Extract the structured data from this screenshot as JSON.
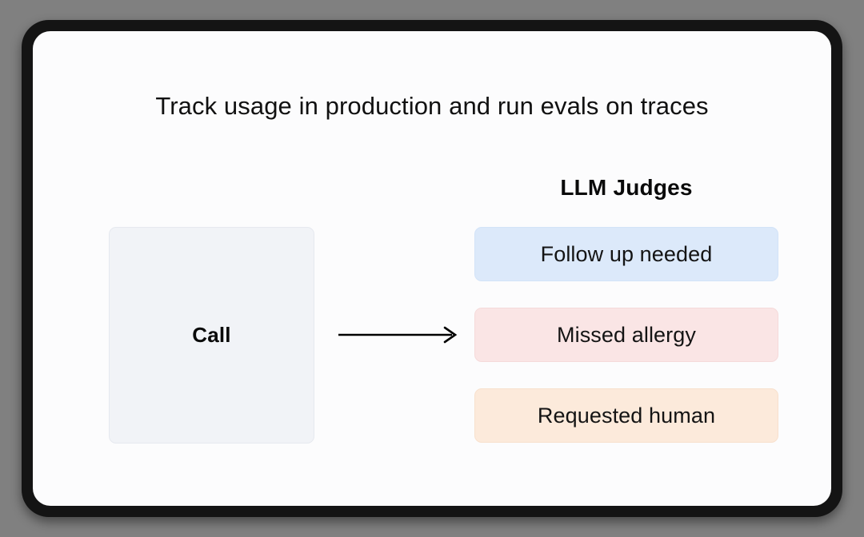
{
  "slide": {
    "title": "Track usage in production and run evals on traces",
    "background_color": "#fcfcfd",
    "frame_color": "#141414",
    "canvas_outside_color": "#808080"
  },
  "diagram": {
    "source_node": {
      "label": "Call",
      "fill": "#f1f3f7",
      "border": "#e6e9ef"
    },
    "connector": {
      "type": "arrow",
      "direction": "right",
      "color": "#000000",
      "from": "Call",
      "to": "LLM Judges"
    },
    "judges": {
      "heading": "LLM Judges",
      "items": [
        {
          "label": "Follow up needed",
          "fill": "#dce9fa",
          "border": "#d2e3f8"
        },
        {
          "label": "Missed allergy",
          "fill": "#fae5e5",
          "border": "#f5dada"
        },
        {
          "label": "Requested human",
          "fill": "#fceadb",
          "border": "#f8e0cd"
        }
      ]
    }
  }
}
